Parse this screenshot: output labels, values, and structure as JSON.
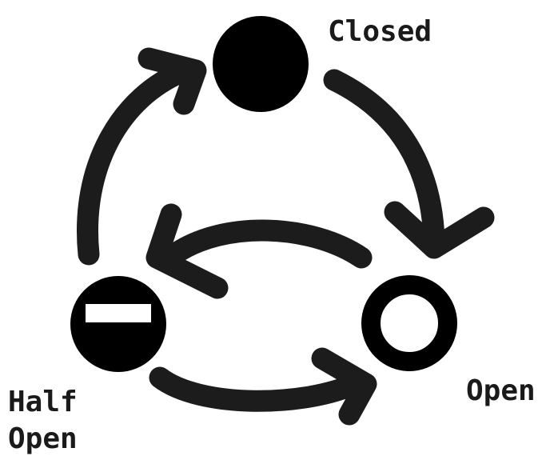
{
  "states": {
    "closed": {
      "label": "Closed"
    },
    "open": {
      "label": "Open"
    },
    "half_open": {
      "label": "Half\nOpen"
    }
  },
  "transitions": [
    {
      "from": "Closed",
      "to": "Open"
    },
    {
      "from": "Open",
      "to": "Half Open"
    },
    {
      "from": "Half Open",
      "to": "Open"
    },
    {
      "from": "Half Open",
      "to": "Closed"
    }
  ],
  "colors": {
    "ink": "#000000",
    "arrow": "#1c1c1c",
    "background": "#ffffff"
  }
}
